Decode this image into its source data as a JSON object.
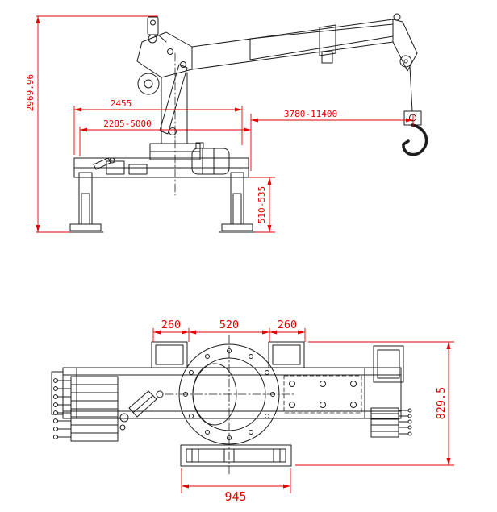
{
  "colors": {
    "background": "#ffffff",
    "line": "#1c1c1c",
    "dimension": "#e60000"
  },
  "side_view": {
    "height": "2969.96",
    "base_width": "2455",
    "extension_range": "2285-5000",
    "reach_range": "3780-11400",
    "ground_clearance": "510-535"
  },
  "plan_view": {
    "beam_left": "260",
    "beam_spacing": "520",
    "beam_right": "260",
    "overall_width": "829.5",
    "plate_width": "945"
  }
}
